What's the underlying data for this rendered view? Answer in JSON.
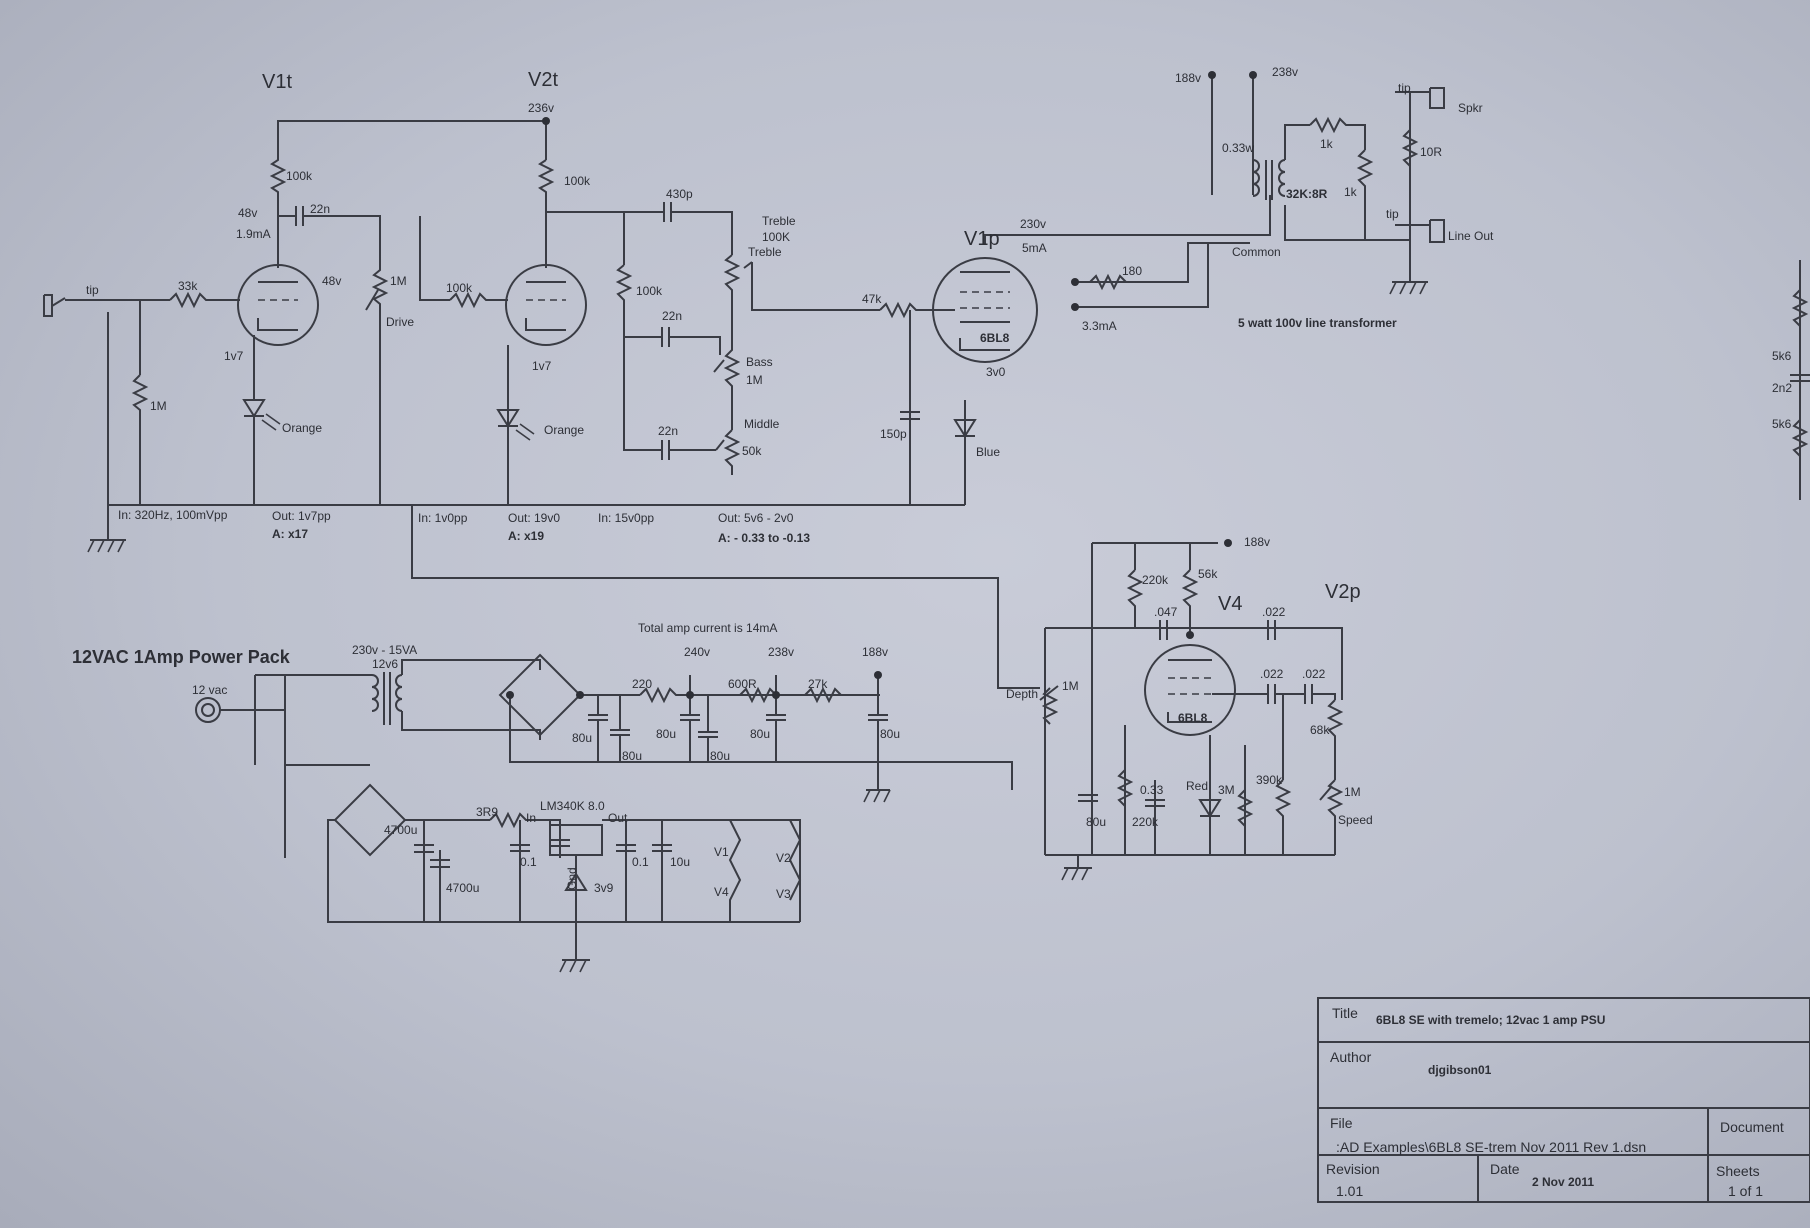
{
  "labels": {
    "v1t": "V1t",
    "v2t": "V2t",
    "v1p": "V1p",
    "v2p": "V2p",
    "v4": "V4",
    "v_236": "236v",
    "v_230": "230v",
    "v_188_top": "188v",
    "v_238_top": "238v",
    "v_188_trem": "188v",
    "v_240": "240v",
    "v_238": "238v",
    "v_188": "188v",
    "r_100k_a": "100k",
    "r_100k_b": "100k",
    "c_22n_a": "22n",
    "v_48": "48v",
    "i_1_9": "1.9mA",
    "v_48b": "48v",
    "tip_in": "tip",
    "r_33k": "33k",
    "r_1m_in": "1M",
    "r_1m_drive": "1M",
    "drive": "Drive",
    "r_100k_c": "100k",
    "v_1v7_a": "1v7",
    "v_1v7_b": "1v7",
    "led_orange_a": "Orange",
    "led_orange_b": "Orange",
    "c_430p": "430p",
    "r_100k_ts": "100k",
    "treble_a": "Treble",
    "treble_val": "100K",
    "treble_b": "Treble",
    "c_22n_b": "22n",
    "bass": "Bass",
    "bass_val": "1M",
    "c_22n_c": "22n",
    "middle": "Middle",
    "middle_val": "50k",
    "r_47k": "47k",
    "c_150p": "150p",
    "v1p_tube": "6BL8",
    "i_5ma": "5mA",
    "i_3_3": "3.3mA",
    "v_3v0": "3v0",
    "led_blue": "Blue",
    "r_180": "180",
    "xfmr_033w": "0.33w",
    "xfmr_ratio": "32K:8R",
    "common": "Common",
    "r_1k_a": "1k",
    "r_1k_b": "1k",
    "r_10r": "10R",
    "tip_spkr": "tip",
    "spkr": "Spkr",
    "tip_line": "tip",
    "line_out": "Line Out",
    "line_xfmr": "5 watt 100v line transformer",
    "m_in": "In: 320Hz, 100mVpp",
    "m_out1": "Out: 1v7pp",
    "m_a1": "A: x17",
    "m_in2": "In: 1v0pp",
    "m_out2": "Out: 19v0",
    "m_a2": "A: x19",
    "m_in3": "In: 15v0pp",
    "m_out3": "Out: 5v6 - 2v0",
    "m_a3": "A: - 0.33 to -0.13",
    "psu_title": "12VAC 1Amp Power Pack",
    "xfmr_rating": "230v - 15VA",
    "xfmr_12v6": "12v6",
    "input_12vac": "12 vac",
    "total_current": "Total amp current is  14mA",
    "r_220": "220",
    "r_600r": "600R",
    "r_27k": "27k",
    "c_80u_1": "80u",
    "c_80u_2": "80u",
    "c_80u_3": "80u",
    "c_80u_4": "80u",
    "c_80u_5": "80u",
    "c_80u_6": "80u",
    "c_4700u_a": "4700u",
    "c_4700u_b": "4700u",
    "r_3r9": "3R9",
    "c_0_1_a": "0.1",
    "reg": "LM340K 8.0",
    "reg_in": "In",
    "reg_out": "Out",
    "reg_gnd": "Gnd",
    "c_0_1_b": "0.1",
    "c_10u": "10u",
    "z_3v9": "3v9",
    "h_v1": "V1",
    "h_v2": "V2",
    "h_v4": "V4",
    "h_v3": "V3",
    "r_220k_a": "220k",
    "r_56k": "56k",
    "c_047": ".047",
    "c_022_a": ".022",
    "c_022_b": ".022",
    "c_022_c": ".022",
    "depth": "Depth",
    "depth_val": "1M",
    "v4_tube": "6BL8",
    "r_68k": "68k",
    "speed_val": "1M",
    "speed": "Speed",
    "c_80u_t": "80u",
    "c_0_33": "0.33",
    "r_220k_b": "220k",
    "led_red": "Red",
    "r_3m": "3M",
    "r_390k": "390k",
    "edge_5k6_a": "5k6",
    "edge_2n2": "2n2",
    "edge_5k6_b": "5k6"
  },
  "title_block": {
    "title_label": "Title",
    "title_value": "6BL8 SE with tremelo; 12vac 1 amp PSU",
    "author_label": "Author",
    "author_value": "djgibson01",
    "file_label": "File",
    "file_value": ":AD Examples\\6BL8 SE-trem Nov 2011 Rev 1.dsn",
    "document_label": "Document",
    "revision_label": "Revision",
    "revision_value": "1.01",
    "date_label": "Date",
    "date_value": "2 Nov 2011",
    "sheets_label": "Sheets",
    "sheets_value": "1 of 1"
  }
}
